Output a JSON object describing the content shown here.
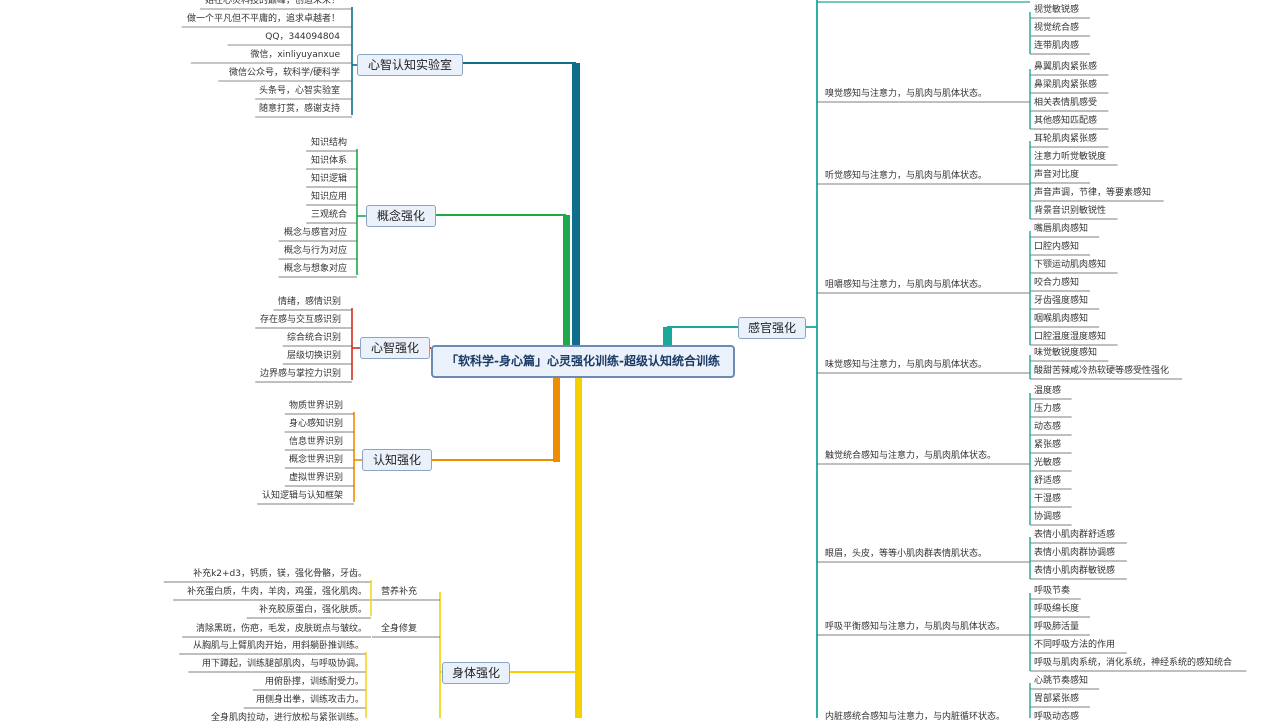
{
  "root": {
    "title": "「软科学-身心篇」心灵强化训练-超级认知统合训练"
  },
  "left": [
    {
      "key": "lab",
      "label": "心智认知实验室",
      "color": "#0e6e8c",
      "items": [
        "始在心灵科技的巅峰，创造未来！",
        "做一个平凡但不平庸的，追求卓越者！",
        "QQ，344094804",
        "微信，xinliyuyanxue",
        "微信公众号，软科学/硬科学",
        "头条号，心智实验室",
        "随意打赏，感谢支持"
      ]
    },
    {
      "key": "concept",
      "label": "概念强化",
      "color": "#1faa4a",
      "items": [
        "知识结构",
        "知识体系",
        "知识逻辑",
        "知识应用",
        "三观统合",
        "概念与感官对应",
        "概念与行为对应",
        "概念与想象对应"
      ]
    },
    {
      "key": "mind",
      "label": "心智强化",
      "color": "#d42b1e",
      "items": [
        "情绪，感情识别",
        "存在感与交互感识别",
        "综合统合识别",
        "层级切换识别",
        "边界感与掌控力识别"
      ]
    },
    {
      "key": "cognition",
      "label": "认知强化",
      "color": "#f08c00",
      "items": [
        "物质世界识别",
        "身心感知识别",
        "信息世界识别",
        "概念世界识别",
        "虚拟世界识别",
        "认知逻辑与认知框架"
      ]
    },
    {
      "key": "body",
      "label": "身体强化",
      "color": "#f4d000",
      "groups": [
        {
          "label": "营养补充",
          "items": [
            "补充k2+d3，钙质，镁，强化骨骼，牙齿。",
            "补充蛋白质，牛肉，羊肉，鸡蛋，强化肌肉。",
            "补充胶原蛋白，强化肤质。"
          ]
        },
        {
          "label": "全身修复",
          "items": [
            "清除黑斑，伤疤，毛发，皮肤斑点与皱纹。"
          ]
        }
      ],
      "items": [
        "从胸肌与上臂肌肉开始，用斜躺卧推训练。",
        "用下蹲起，训练腿部肌肉，与呼吸协调。",
        "用俯卧撑，训练耐受力。",
        "用侧身出拳，训练攻击力。",
        "全身肌肉拉动，进行放松与紧张训练。"
      ]
    }
  ],
  "right": {
    "label": "感官强化",
    "color": "#1aa89a",
    "groups": [
      {
        "label": "",
        "items": [
          "视觉敏锐感",
          "视觉统合感",
          "连带肌肉感"
        ]
      },
      {
        "label": "嗅觉感知与注意力，与肌肉与肌体状态。",
        "items": [
          "鼻翼肌肉紧张感",
          "鼻梁肌肉紧张感",
          "相关表情肌感受",
          "其他感知匹配感"
        ]
      },
      {
        "label": "听觉感知与注意力，与肌肉与肌体状态。",
        "items": [
          "耳轮肌肉紧张感",
          "注意力听觉敏锐度",
          "声音对比度",
          "声音声调，节律，等要素感知",
          "背景音识别敏锐性"
        ]
      },
      {
        "label": "咀嚼感知与注意力，与肌肉与肌体状态。",
        "items": [
          "嘴唇肌肉感知",
          "口腔内感知",
          "下颚运动肌肉感知",
          "咬合力感知",
          "牙齿强度感知",
          "咽喉肌肉感知",
          "口腔温度湿度感知"
        ]
      },
      {
        "label": "味觉感知与注意力，与肌肉与肌体状态。",
        "items": [
          "味觉敏锐度感知",
          "酸甜苦辣咸冷热软硬等感受性强化"
        ]
      },
      {
        "label": "触觉统合感知与注意力，与肌肉肌体状态。",
        "items": [
          "温度感",
          "压力感",
          "动态感",
          "紧张感",
          "光敏感",
          "舒适感",
          "干湿感",
          "协调感"
        ]
      },
      {
        "label": "眼眉，头皮，等等小肌肉群表情肌状态。",
        "items": [
          "表情小肌肉群舒适感",
          "表情小肌肉群协调感",
          "表情小肌肉群敏锐感"
        ]
      },
      {
        "label": "呼吸平衡感知与注意力，与肌肉与肌体状态。",
        "items": [
          "呼吸节奏",
          "呼吸绵长度",
          "呼吸肺活量",
          "不同呼吸方法的作用",
          "呼吸与肌肉系统，消化系统，神经系统的感知统合"
        ]
      },
      {
        "label": "内脏感统合感知与注意力，与内脏循环状态。",
        "items": [
          "心跳节奏感知",
          "胃部紧张感",
          "呼吸动态感"
        ]
      }
    ]
  }
}
